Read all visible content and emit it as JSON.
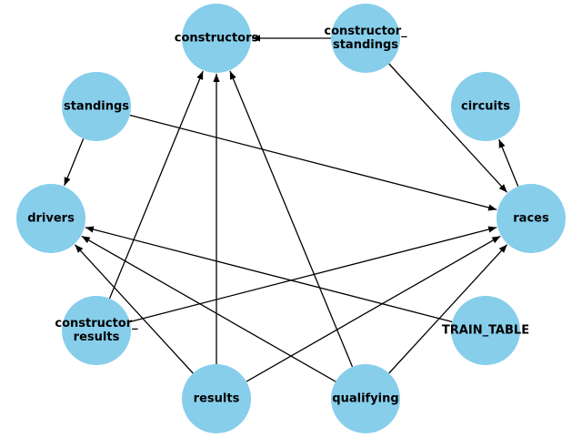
{
  "graph": {
    "node_color": "#87CEEB",
    "edge_color": "#000000",
    "nodes": [
      {
        "id": "constructors",
        "lines": [
          "constructors"
        ]
      },
      {
        "id": "constructor_standings",
        "lines": [
          "constructor_",
          "standings"
        ]
      },
      {
        "id": "standings",
        "lines": [
          "standings"
        ]
      },
      {
        "id": "circuits",
        "lines": [
          "circuits"
        ]
      },
      {
        "id": "drivers",
        "lines": [
          "drivers"
        ]
      },
      {
        "id": "races",
        "lines": [
          "races"
        ]
      },
      {
        "id": "constructor_results",
        "lines": [
          "constructor_",
          "results"
        ]
      },
      {
        "id": "TRAIN_TABLE",
        "lines": [
          "TRAIN_TABLE"
        ]
      },
      {
        "id": "results",
        "lines": [
          "results"
        ]
      },
      {
        "id": "qualifying",
        "lines": [
          "qualifying"
        ]
      }
    ],
    "edges": [
      {
        "from": "constructor_standings",
        "to": "constructors"
      },
      {
        "from": "constructor_standings",
        "to": "races"
      },
      {
        "from": "standings",
        "to": "drivers"
      },
      {
        "from": "standings",
        "to": "races"
      },
      {
        "from": "races",
        "to": "circuits"
      },
      {
        "from": "constructor_results",
        "to": "constructors"
      },
      {
        "from": "constructor_results",
        "to": "races"
      },
      {
        "from": "TRAIN_TABLE",
        "to": "drivers"
      },
      {
        "from": "results",
        "to": "constructors"
      },
      {
        "from": "results",
        "to": "drivers"
      },
      {
        "from": "results",
        "to": "races"
      },
      {
        "from": "qualifying",
        "to": "constructors"
      },
      {
        "from": "qualifying",
        "to": "drivers"
      },
      {
        "from": "qualifying",
        "to": "races"
      }
    ]
  }
}
